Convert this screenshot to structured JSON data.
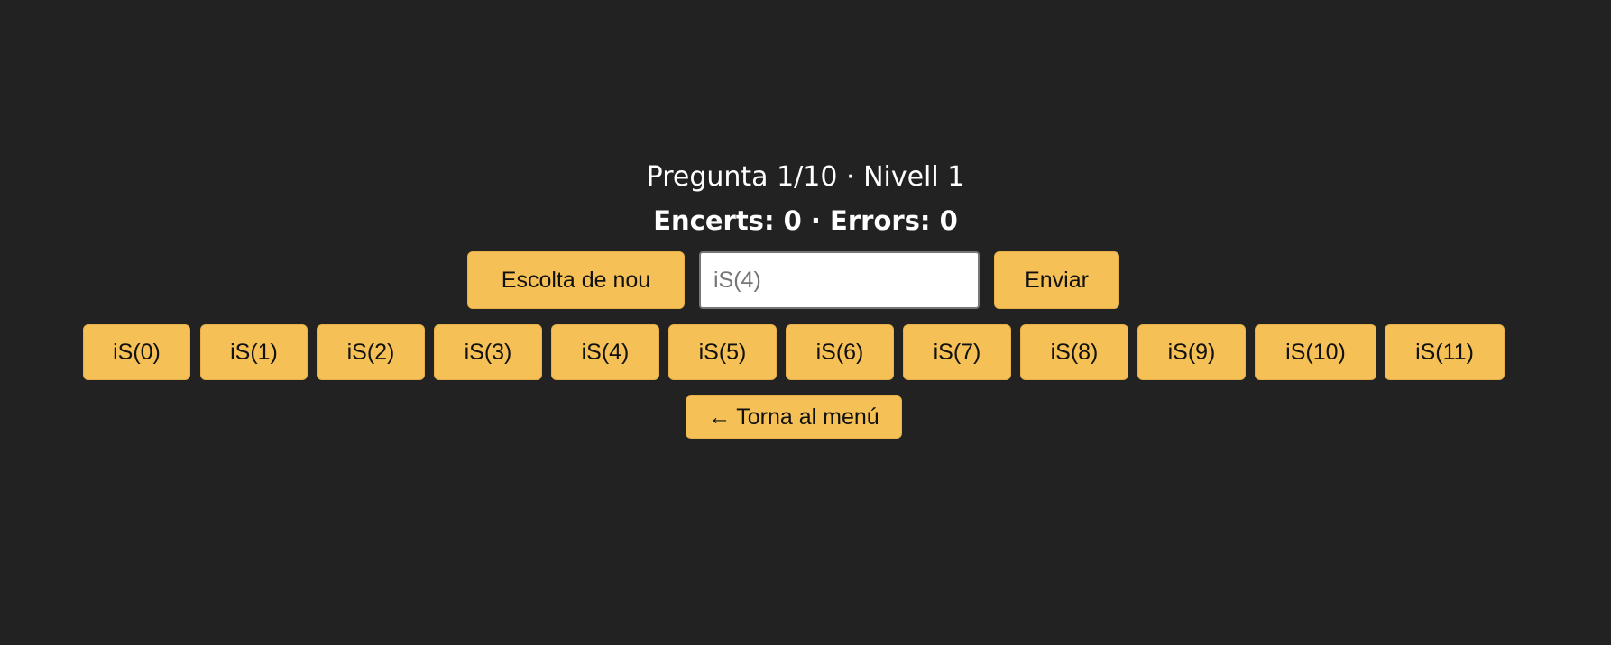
{
  "quiz": {
    "question_status": "Pregunta 1/10 · Nivell 1",
    "score_status": "Encerts: 0 · Errors: 0"
  },
  "controls": {
    "replay_label": "Escolta de nou",
    "answer_placeholder": "iS(4)",
    "answer_value": "",
    "submit_label": "Enviar"
  },
  "options": [
    "iS(0)",
    "iS(1)",
    "iS(2)",
    "iS(3)",
    "iS(4)",
    "iS(5)",
    "iS(6)",
    "iS(7)",
    "iS(8)",
    "iS(9)",
    "iS(10)",
    "iS(11)"
  ],
  "navigation": {
    "back_arrow": "←",
    "back_label": "Torna al menú"
  },
  "colors": {
    "background": "#222222",
    "button": "#f5c055",
    "text_light": "#ffffff",
    "text_dark": "#111111"
  }
}
